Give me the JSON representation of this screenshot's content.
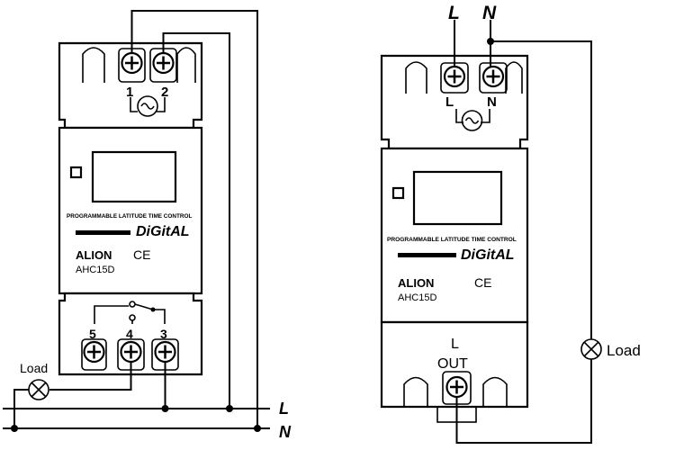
{
  "left_device": {
    "terminals_top": [
      "1",
      "2"
    ],
    "terminals_bottom": [
      "5",
      "4",
      "3"
    ],
    "panel_text": "PROGRAMMABLE LATITUDE TIME CONTROL",
    "logo": "DiGitAL",
    "brand": "ALION",
    "ce_mark": "CE",
    "model": "AHC15D",
    "load_label": "Load",
    "line_labels": [
      "L",
      "N"
    ]
  },
  "right_device": {
    "top_wire_labels": [
      "L",
      "N"
    ],
    "terminals_top": [
      "L",
      "N"
    ],
    "panel_text": "PROGRAMMABLE LATITUDE TIME CONTROL",
    "logo": "DiGitAL",
    "brand": "ALION",
    "ce_mark": "CE",
    "model": "AHC15D",
    "out_label_1": "L",
    "out_label_2": "OUT",
    "load_label": "Load"
  }
}
